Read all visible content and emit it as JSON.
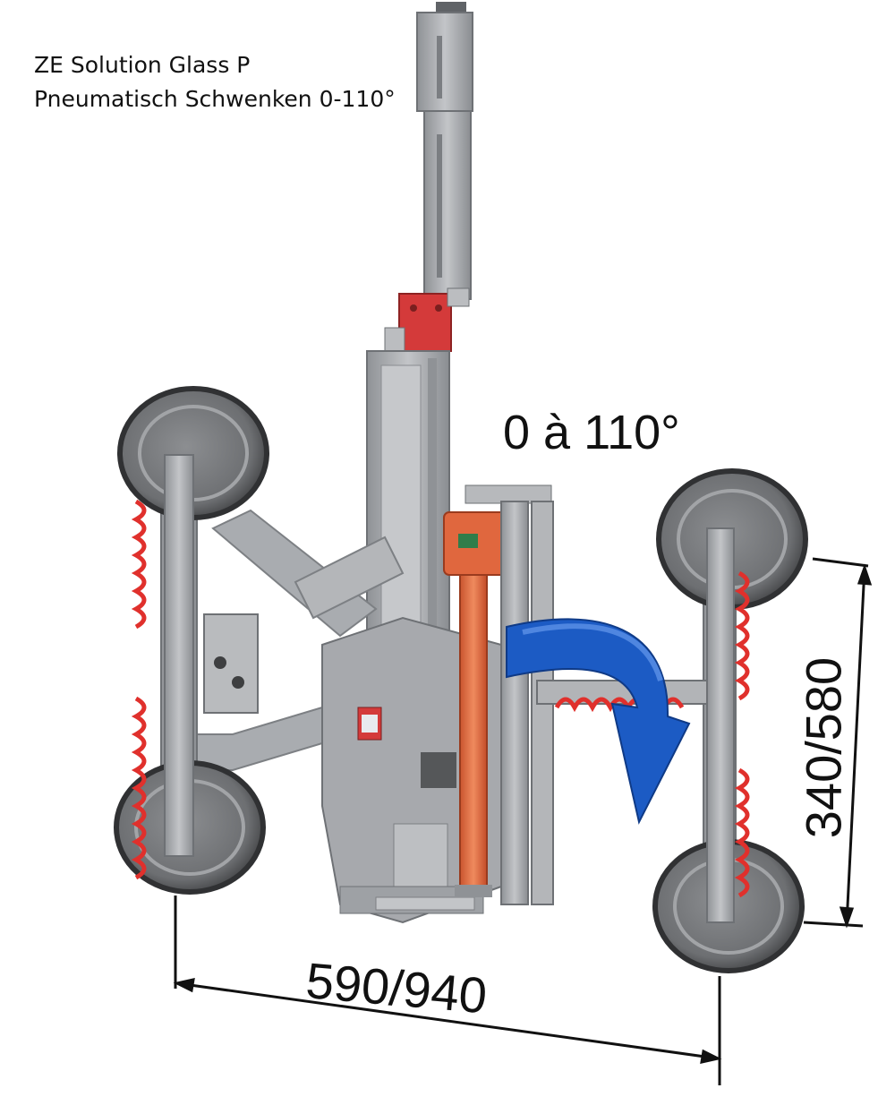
{
  "captions": {
    "line1": "ZE Solution Glass P",
    "line2": "Pneumatisch Schwenken 0-110°"
  },
  "rotation_label": "0 à 110°",
  "dimensions": {
    "width_label": "590/940",
    "height_label": "340/580"
  },
  "colors": {
    "frame": "#a9acb0",
    "frame_dark": "#7d8084",
    "clamp_red": "#d43a3a",
    "hose_red": "#e0302c",
    "arrow_blue": "#1c5bc4",
    "column_orange": "#e0673e",
    "pad_dark": "#4a4b4d",
    "pad_rim": "#9d9fa2"
  },
  "icons": {
    "rotation_arrow": "curved-rotation-arrow-icon",
    "suction_pad": "suction-cup-icon"
  }
}
